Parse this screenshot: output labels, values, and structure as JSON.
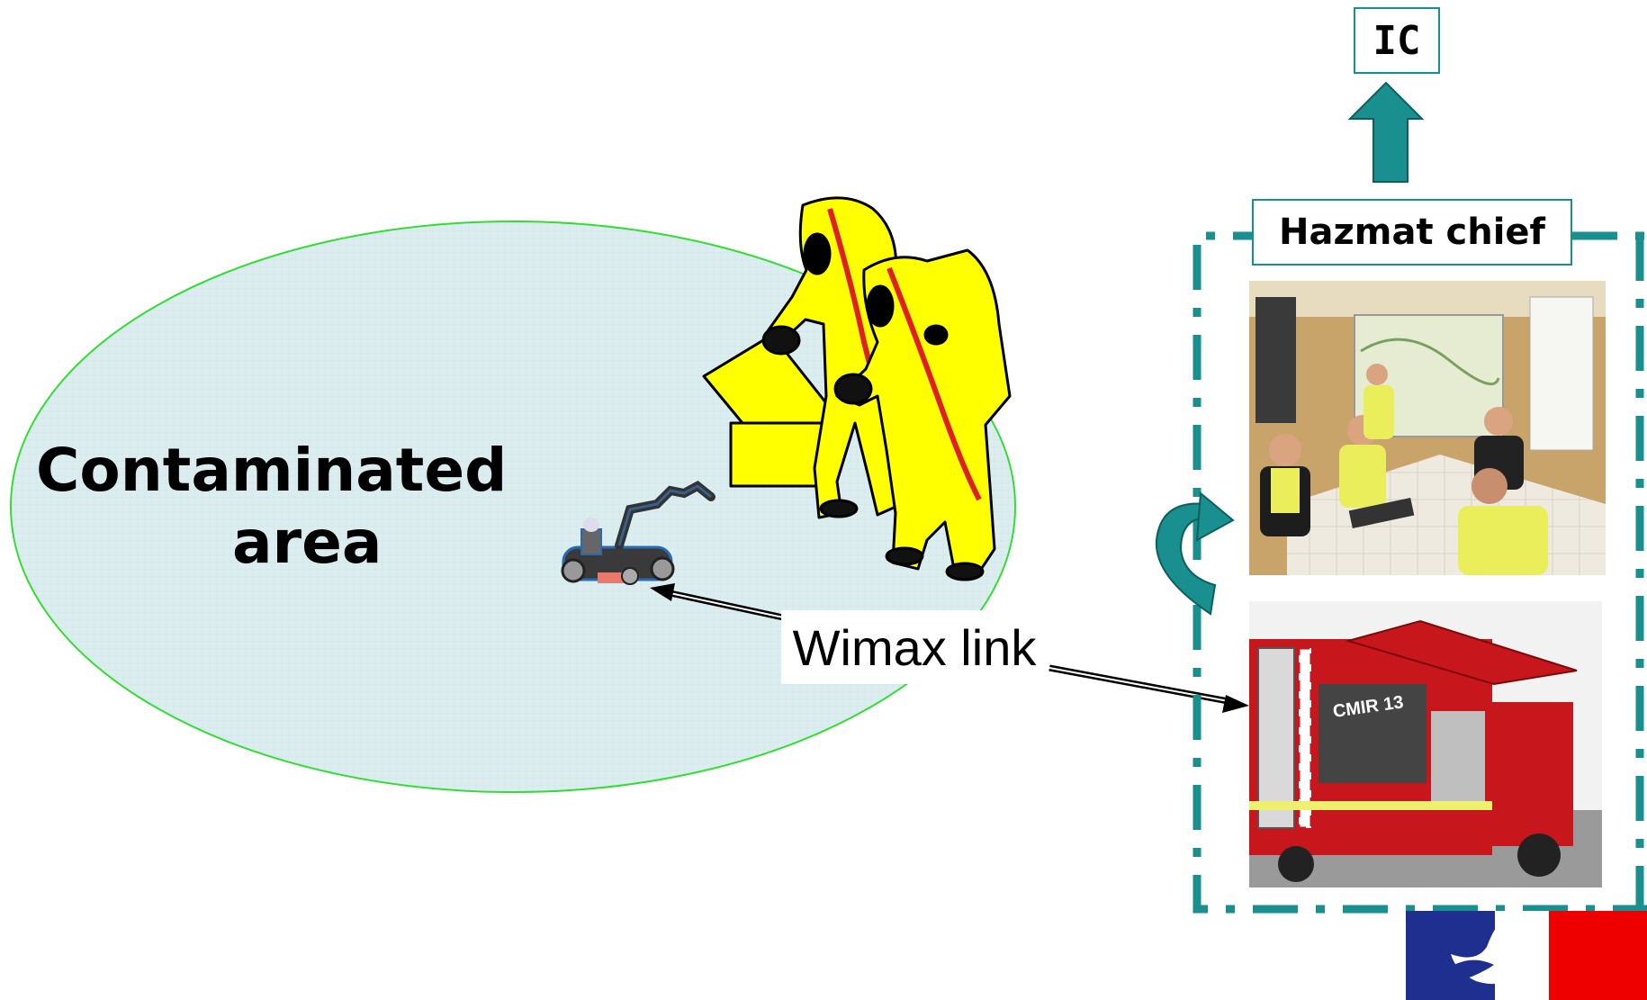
{
  "zone": {
    "title_line1": "Contaminated",
    "title_line2": "area"
  },
  "link": {
    "label": "Wimax link"
  },
  "command": {
    "hazmat_chief": "Hazmat chief",
    "ic": "IC",
    "vehicle_marking": "CMIR 13"
  },
  "colors": {
    "zone_fill": "#dcedf0",
    "zone_border": "#33dd33",
    "teal": "#1a8f8f",
    "suit_yellow": "#ffff00",
    "truck_red": "#c8161d",
    "flag_blue": "#1f2f8f",
    "flag_red": "#ee0000"
  },
  "icons": [
    "hazmat-team-icon",
    "robot-icon",
    "cycle-arrow-icon",
    "up-arrow-icon",
    "republic-logo-icon"
  ]
}
